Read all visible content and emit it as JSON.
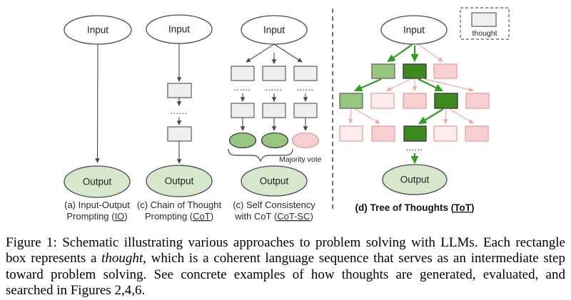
{
  "labels": {
    "input": "Input",
    "output": "Output",
    "dots": "......"
  },
  "panels": {
    "io": {
      "line1": "(a) Input-Output",
      "line2_pre": "Prompting (",
      "line2_link": "IO",
      "line2_post": ")"
    },
    "cot": {
      "line1": "(c) Chain of Thought",
      "line2_pre": "Prompting (",
      "line2_link": "CoT",
      "line2_post": ")"
    },
    "cot_sc": {
      "line1": "(c) Self Consistency",
      "line2_pre": "with CoT (",
      "line2_link": "CoT-SC",
      "line2_post": ")",
      "majority_vote": "Majority vote"
    },
    "tot": {
      "label_pre": "(d) Tree of Thoughts (",
      "label_link": "ToT",
      "label_post": ")",
      "legend": "thought"
    }
  },
  "colors": {
    "dark_green": "#3a8a1e",
    "mid_green": "#97c77f",
    "output_green": "#d6e8cc",
    "pink": "#f8cfd1",
    "light_pink": "#fdedef",
    "pink_stroke": "#e89b9d",
    "green_edge": "#2e9e1e",
    "pink_edge": "#f2a7a7",
    "grey_fill": "#efefef",
    "grey_stroke": "#828282",
    "dark_stroke": "#4a4a4a"
  },
  "caption": {
    "part1": "Figure 1: Schematic illustrating various approaches to problem solving with LLMs. Each rectangle box represents a ",
    "italic": "thought",
    "part2": ", which is a coherent language sequence that serves as an intermediate step toward problem solving. See concrete examples of how thoughts are generated, evaluated, and searched in Figures 2,4,6."
  }
}
